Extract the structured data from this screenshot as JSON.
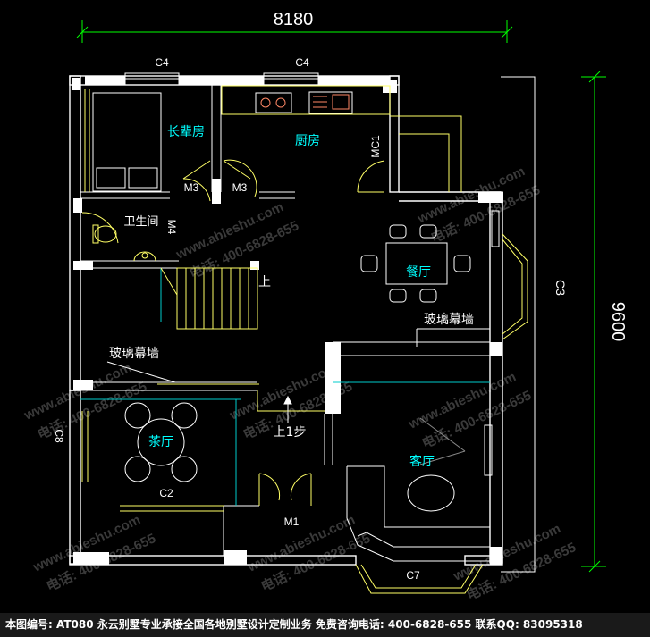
{
  "dimensions": {
    "overall_width": "8180",
    "overall_height": "9600",
    "c3": "C3",
    "c8": "C8"
  },
  "windows": {
    "c4_left": "C4",
    "c4_right": "C4",
    "c2": "C2",
    "c7": "C7"
  },
  "doors": {
    "m3_left": "M3",
    "m3_right": "M3",
    "m4": "M4",
    "mc1": "MC1",
    "m1": "M1"
  },
  "rooms": {
    "elder_room": "长辈房",
    "kitchen": "厨房",
    "bathroom": "卫生间",
    "dining": "餐厅",
    "tea_room": "茶厅",
    "living": "客厅"
  },
  "annotations": {
    "glass_wall_right": "玻璃幕墙",
    "glass_wall_left": "玻璃幕墙",
    "stair_up": "上",
    "step_up": "上1步"
  },
  "watermark": {
    "site": "www.abieshu.com",
    "phone": "电话: 400-6828-655"
  },
  "footer": {
    "text": "本图编号: AT080 永云别墅专业承接全国各地别墅设计定制业务 免费咨询电话: 400-6828-655 联系QQ: 83095318"
  },
  "colors": {
    "wall": "#ffffff",
    "dimension": "#00ff00",
    "label": "#00ffff",
    "fixture": "#ffff66",
    "watermark": "#3a3a3a"
  }
}
